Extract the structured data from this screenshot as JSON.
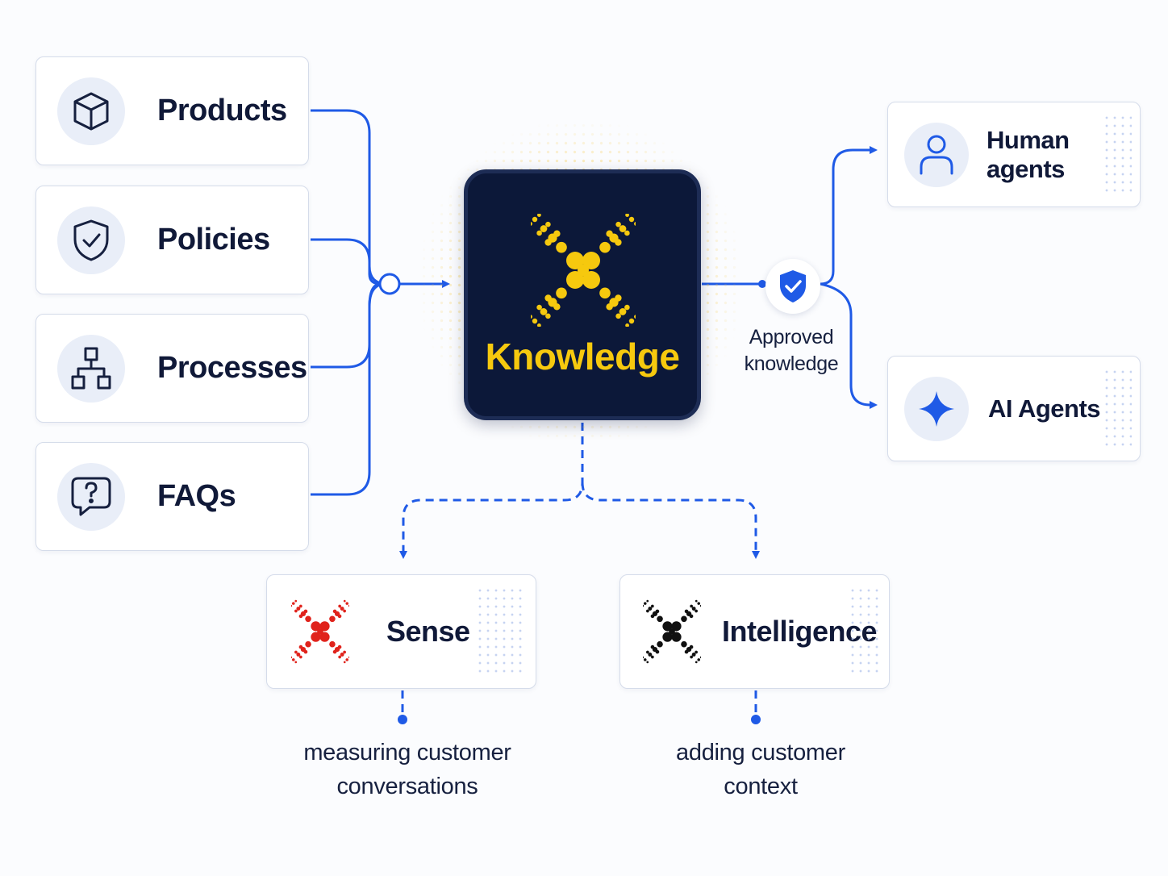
{
  "sources": [
    {
      "label": "Products",
      "icon": "cube-icon"
    },
    {
      "label": "Policies",
      "icon": "shield-check-icon"
    },
    {
      "label": "Processes",
      "icon": "hierarchy-icon"
    },
    {
      "label": "FAQs",
      "icon": "question-chat-icon"
    }
  ],
  "center": {
    "label": "Knowledge",
    "logo_color": "#f6c90e",
    "background": "#0c1839"
  },
  "approved": {
    "line1": "Approved",
    "line2": "knowledge",
    "icon": "shield-check-badge-icon"
  },
  "outputs": [
    {
      "label": "Human agents",
      "icon": "person-icon"
    },
    {
      "label": "AI Agents",
      "icon": "sparkle-icon"
    }
  ],
  "bottom": [
    {
      "label": "Sense",
      "logo_color": "#e0231c",
      "caption_line1": "measuring customer",
      "caption_line2": "conversations"
    },
    {
      "label": "Intelligence",
      "logo_color": "#111111",
      "caption_line1": "adding customer",
      "caption_line2": "context"
    }
  ],
  "colors": {
    "connector": "#1f5ae6",
    "text": "#101938",
    "accent_yellow": "#f6c90e"
  }
}
